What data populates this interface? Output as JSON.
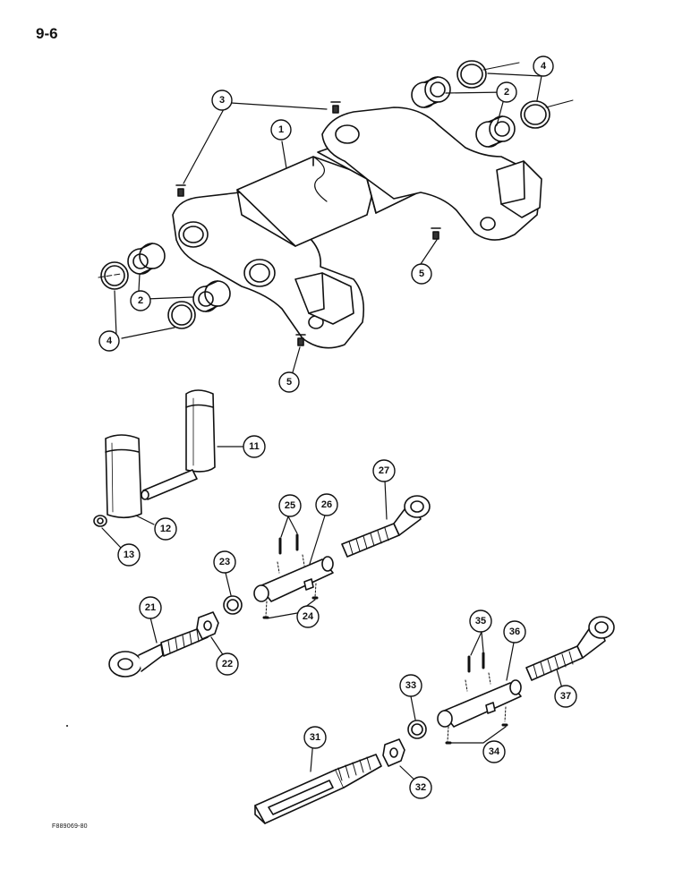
{
  "page": {
    "number": "9-6",
    "figure_code": "F889069-80"
  },
  "callouts": {
    "c1": "1",
    "c2a": "2",
    "c2b": "2",
    "c3": "3",
    "c4a": "4",
    "c4b": "4",
    "c5a": "5",
    "c5b": "5",
    "c11": "11",
    "c12": "12",
    "c13": "13",
    "c21": "21",
    "c22": "22",
    "c23": "23",
    "c24": "24",
    "c25": "25",
    "c26": "26",
    "c27": "27",
    "c31": "31",
    "c32": "32",
    "c33": "33",
    "c34": "34",
    "c35": "35",
    "c36": "36",
    "c37": "37"
  }
}
